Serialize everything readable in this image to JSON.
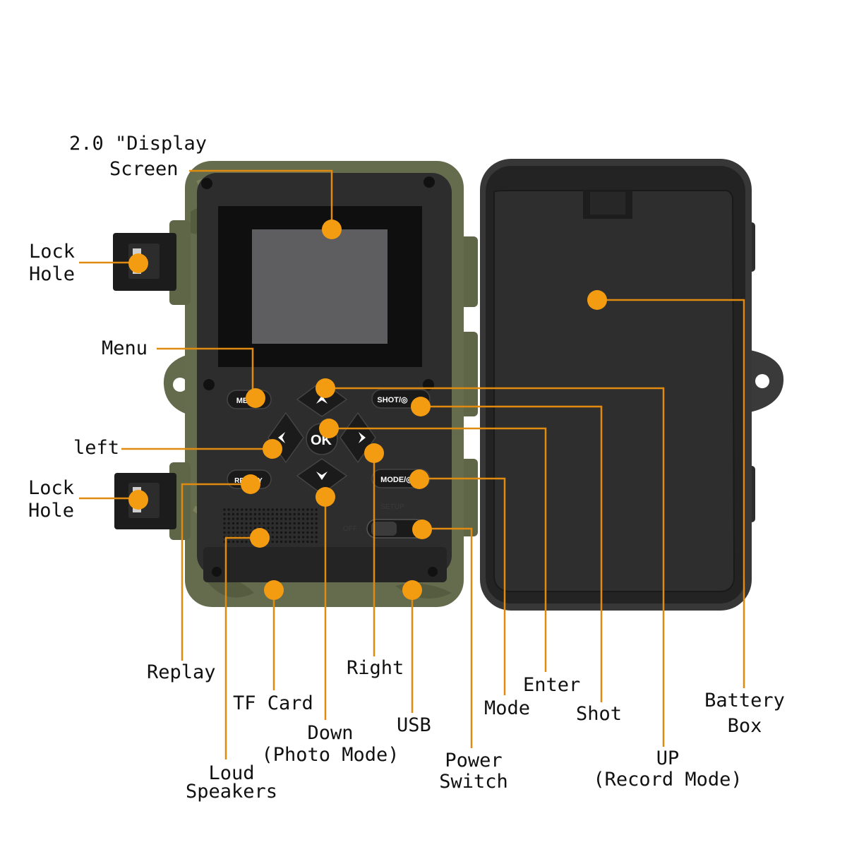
{
  "buttons": {
    "menu": "ME",
    "shot": "SHOT/◎",
    "replay": "REPLAY",
    "mode": "MODE/◎",
    "ok": "OK",
    "setup": "SETUP",
    "off": "OFF"
  },
  "labels": {
    "display_line1": "2.0 \"Display",
    "display_line2": "Screen",
    "lock_hole_top_1": "Lock",
    "lock_hole_top_2": "Hole",
    "menu": "Menu",
    "left": "left",
    "lock_hole_bottom_1": "Lock",
    "lock_hole_bottom_2": "Hole",
    "replay": "Replay",
    "tf_card": "TF Card",
    "down_1": "Down",
    "down_2": "(Photo Mode)",
    "loud_1": "Loud",
    "loud_2": "Speakers",
    "right": "Right",
    "usb": "USB",
    "power_1": "Power",
    "power_2": "Switch",
    "mode": "Mode",
    "enter": "Enter",
    "shot": "Shot",
    "up_1": "UP",
    "up_2": "(Record Mode)",
    "battery_1": "Battery",
    "battery_2": "Box"
  },
  "colors": {
    "marker": "#f39c12",
    "leader": "#e08a10",
    "body": "#2b2b2b",
    "camo": "#6b7250"
  },
  "icons": [
    "arrow-up-icon",
    "arrow-down-icon",
    "arrow-left-icon",
    "arrow-right-icon"
  ]
}
